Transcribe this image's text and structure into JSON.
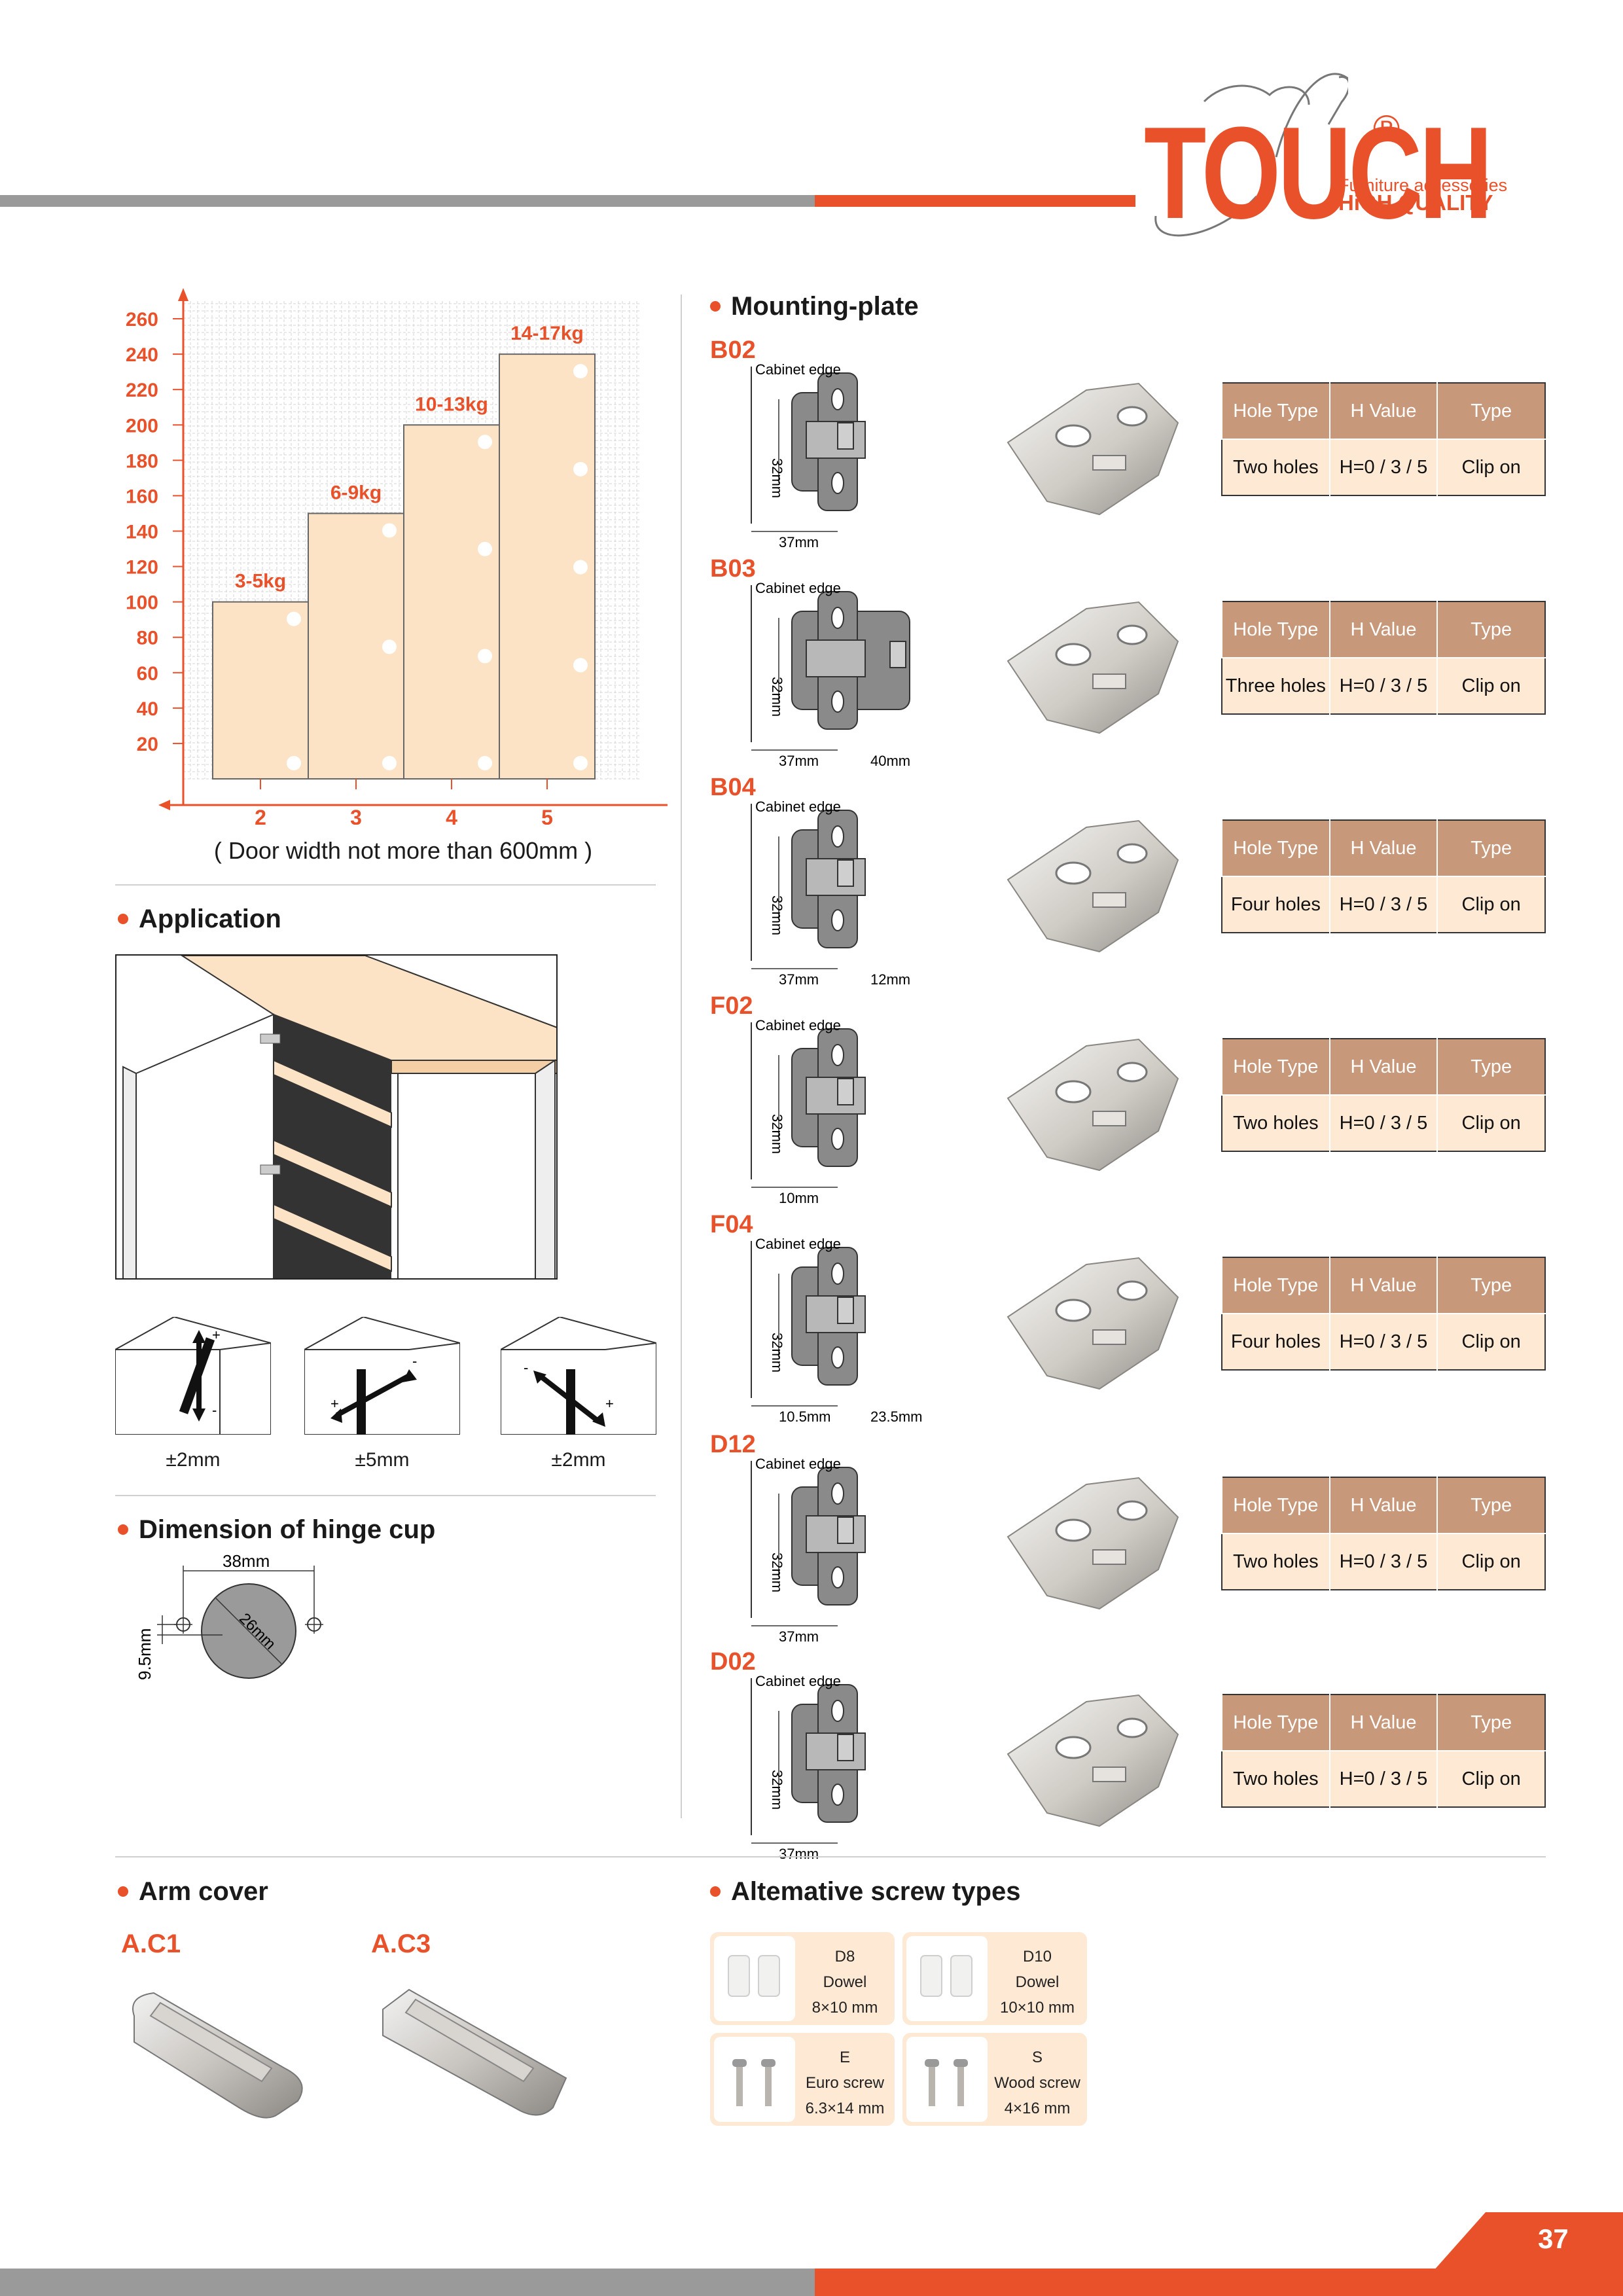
{
  "brand": {
    "name": "TOUCH",
    "reg": "®",
    "line1": "Furniture accessories",
    "line2": "HiGH QUALITY"
  },
  "load_chart": {
    "caption": "( Door width not more than 600mm )",
    "chart_data": {
      "type": "bar",
      "categories": [
        "2",
        "3",
        "4",
        "5"
      ],
      "values": [
        100,
        150,
        200,
        240
      ],
      "data_labels": [
        "3-5kg",
        "6-9kg",
        "10-13kg",
        "14-17kg"
      ],
      "hinges_per_bar": [
        2,
        3,
        4,
        5
      ],
      "yticks": [
        20,
        40,
        60,
        80,
        100,
        120,
        140,
        160,
        180,
        200,
        220,
        240,
        260
      ],
      "ylim": [
        0,
        270
      ],
      "title": "",
      "xlabel": "",
      "ylabel": "",
      "grid": true,
      "colors": {
        "bar": "#fde3c5",
        "labels": "#e8512a"
      }
    }
  },
  "application": {
    "title": "Application"
  },
  "adjustments": [
    {
      "label": "±2mm",
      "plus": "+",
      "minus": "-"
    },
    {
      "label": "±5mm",
      "plus": "+",
      "minus": "-"
    },
    {
      "label": "±2mm",
      "plus": "+",
      "minus": "-"
    }
  ],
  "hinge_cup": {
    "title": "Dimension of hinge cup",
    "width": "38mm",
    "diameter": "26mm",
    "offset": "9.5mm"
  },
  "mounting_plate": {
    "title": "Mounting-plate",
    "cabinet_edge": "Cabinet edge",
    "headers": [
      "Hole Type",
      "H Value",
      "Type"
    ],
    "plates": [
      {
        "code": "B02",
        "hole_type": "Two holes",
        "h_value": "H=0 / 3 / 5",
        "type": "Clip on",
        "dim_v": "32mm",
        "dim_h": "37mm",
        "dim_h2": ""
      },
      {
        "code": "B03",
        "hole_type": "Three holes",
        "h_value": "H=0 / 3 / 5",
        "type": "Clip on",
        "dim_v": "32mm",
        "dim_h": "37mm",
        "dim_h2": "40mm"
      },
      {
        "code": "B04",
        "hole_type": "Four holes",
        "h_value": "H=0 / 3 / 5",
        "type": "Clip on",
        "dim_v": "32mm",
        "dim_h": "37mm",
        "dim_h2": "12mm"
      },
      {
        "code": "F02",
        "hole_type": "Two holes",
        "h_value": "H=0 / 3 / 5",
        "type": "Clip on",
        "dim_v": "32mm",
        "dim_h": "10mm",
        "dim_h2": ""
      },
      {
        "code": "F04",
        "hole_type": "Four holes",
        "h_value": "H=0 / 3 / 5",
        "type": "Clip on",
        "dim_v": "32mm",
        "dim_h": "10.5mm",
        "dim_h2": "23.5mm"
      },
      {
        "code": "D12",
        "hole_type": "Two holes",
        "h_value": "H=0 / 3 / 5",
        "type": "Clip on",
        "dim_v": "32mm",
        "dim_h": "37mm",
        "dim_h2": ""
      },
      {
        "code": "D02",
        "hole_type": "Two holes",
        "h_value": "H=0 / 3 / 5",
        "type": "Clip on",
        "dim_v": "32mm",
        "dim_h": "37mm",
        "dim_h2": ""
      }
    ]
  },
  "arm_cover": {
    "title": "Arm cover",
    "items": [
      {
        "code": "A.C1"
      },
      {
        "code": "A.C3"
      }
    ]
  },
  "screws": {
    "title": "Altemative screw types",
    "items": [
      {
        "code": "D8",
        "name": "Dowel",
        "size": "8×10 mm"
      },
      {
        "code": "D10",
        "name": "Dowel",
        "size": "10×10 mm"
      },
      {
        "code": "E",
        "name": "Euro screw",
        "size": "6.3×14 mm"
      },
      {
        "code": "S",
        "name": "Wood screw",
        "size": "4×16 mm"
      }
    ]
  },
  "page": {
    "number": "37"
  }
}
